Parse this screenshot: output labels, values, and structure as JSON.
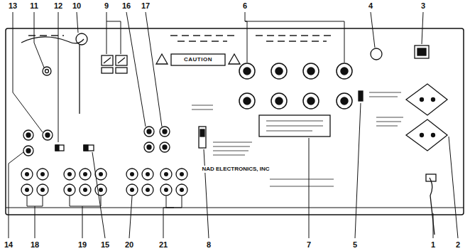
{
  "diagram": {
    "labels": [
      "13",
      "11",
      "12",
      "10",
      "9",
      "16",
      "17",
      "6",
      "4",
      "3",
      "CAUTION",
      "NAD ELECTRONICS, INC",
      "14",
      "18",
      "19",
      "15",
      "20",
      "21",
      "8",
      "7",
      "5",
      "1",
      "2"
    ]
  }
}
